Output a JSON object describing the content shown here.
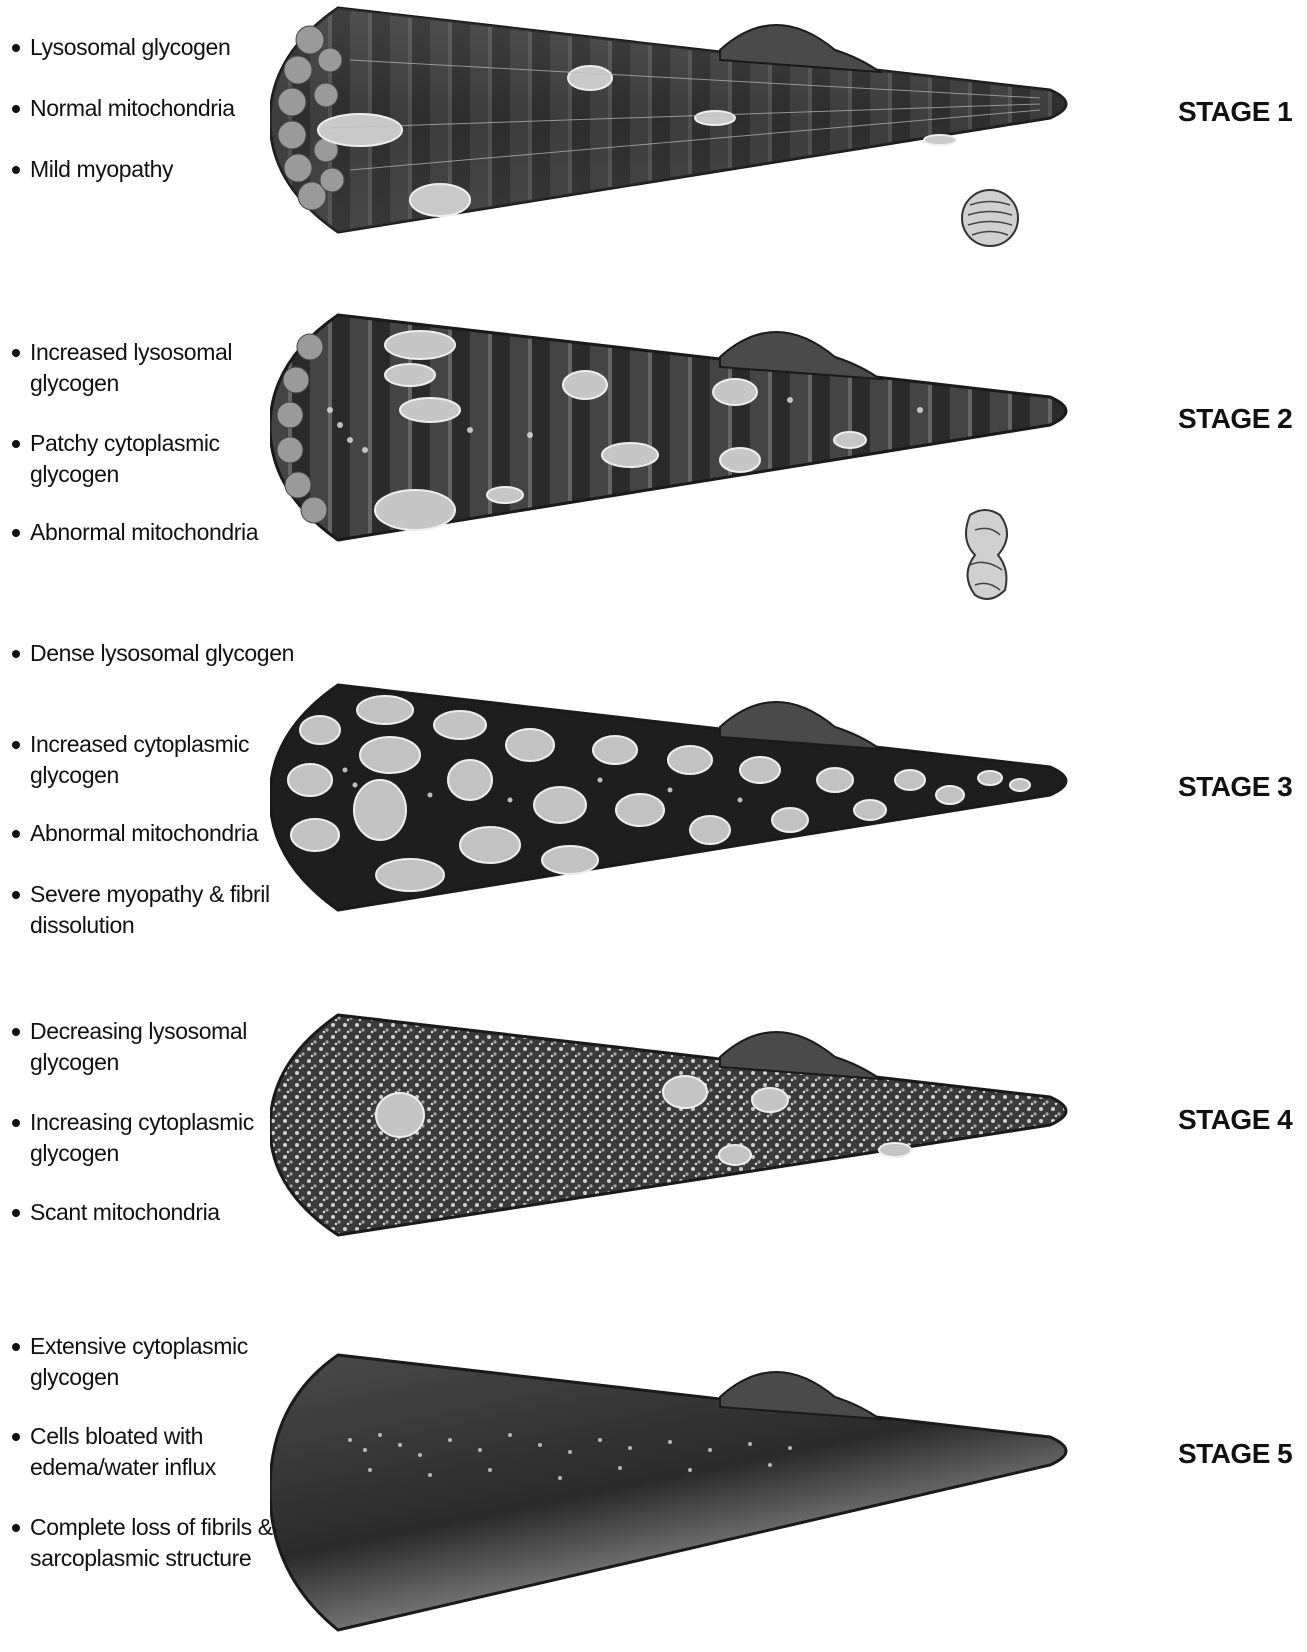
{
  "stages": [
    {
      "label": "STAGE 1",
      "bullets": [
        "Lysosomal glycogen",
        "Normal mitochondria",
        "Mild myopathy"
      ],
      "fill": "striated",
      "mitochondria_icon": "normal-mitochondrion-icon"
    },
    {
      "label": "STAGE 2",
      "bullets": [
        "Increased lysosomal glycogen",
        "Patchy cytoplasmic glycogen",
        "Abnormal mitochondria"
      ],
      "fill": "striated-with-lysosomes",
      "mitochondria_icon": "abnormal-mitochondrion-icon"
    },
    {
      "label": "STAGE 3",
      "bullets": [
        "Dense lysosomal glycogen",
        "Increased cytoplasmic glycogen",
        "Abnormal mitochondria",
        "Severe myopathy & fibril dissolution"
      ],
      "fill": "dense-lysosomes"
    },
    {
      "label": "STAGE 4",
      "bullets": [
        "Decreasing lysosomal glycogen",
        "Increasing cytoplasmic glycogen",
        "Scant mitochondria"
      ],
      "fill": "granular"
    },
    {
      "label": "STAGE 5",
      "bullets": [
        "Extensive cytoplasmic glycogen",
        "Cells bloated with edema/water influx",
        "Complete loss of fibrils & sarcoplasmic structure"
      ],
      "fill": "smooth"
    }
  ],
  "colors": {
    "fiber_dark": "#3a3a3a",
    "fiber_edge": "#1a1a1a",
    "vesicle": "#c8c8c8",
    "background": "#ffffff"
  }
}
